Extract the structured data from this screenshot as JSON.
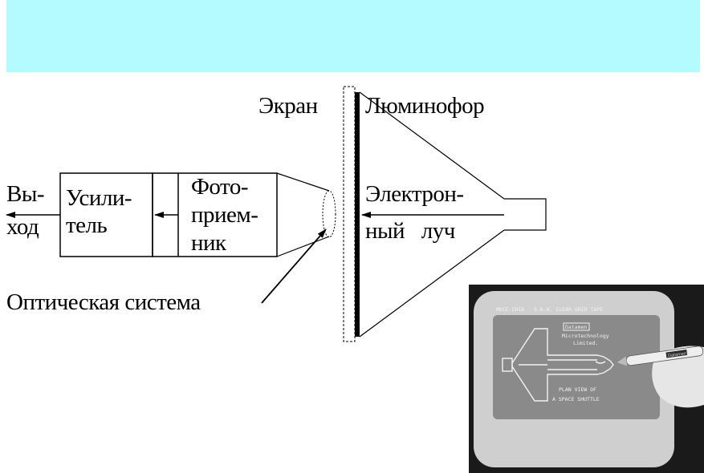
{
  "labels": {
    "output_line1": "Вы-",
    "output_line2": "ход",
    "amplifier_line1": "Усили-",
    "amplifier_line2": "тель",
    "photodetector_line1": "Фото-",
    "photodetector_line2": "прием-",
    "photodetector_line3": "ник",
    "screen": "Экран",
    "phosphor": "Люминофор",
    "beam_line1": "Электрон-",
    "beam_line2": "ный луч",
    "optics": "Оптическая система"
  },
  "photo": {
    "monitor_header": "MOCE-CHIA · S.N.W. CLEAR GRID TAPE",
    "brand": "Datamen",
    "caption_line1": "Microtechnology",
    "caption_line2": "Limited.",
    "plan_line1": "PLAN VIEW OF",
    "plan_line2": "A SPACE SHUTTLE",
    "pen_brand": "Datamen"
  },
  "colors": {
    "banner": "#b3fbff",
    "ink": "#000000",
    "photo_bg": "#1a1a1a",
    "monitor_bezel": "#cfcfcf",
    "monitor_screen": "#8a8a8a"
  }
}
